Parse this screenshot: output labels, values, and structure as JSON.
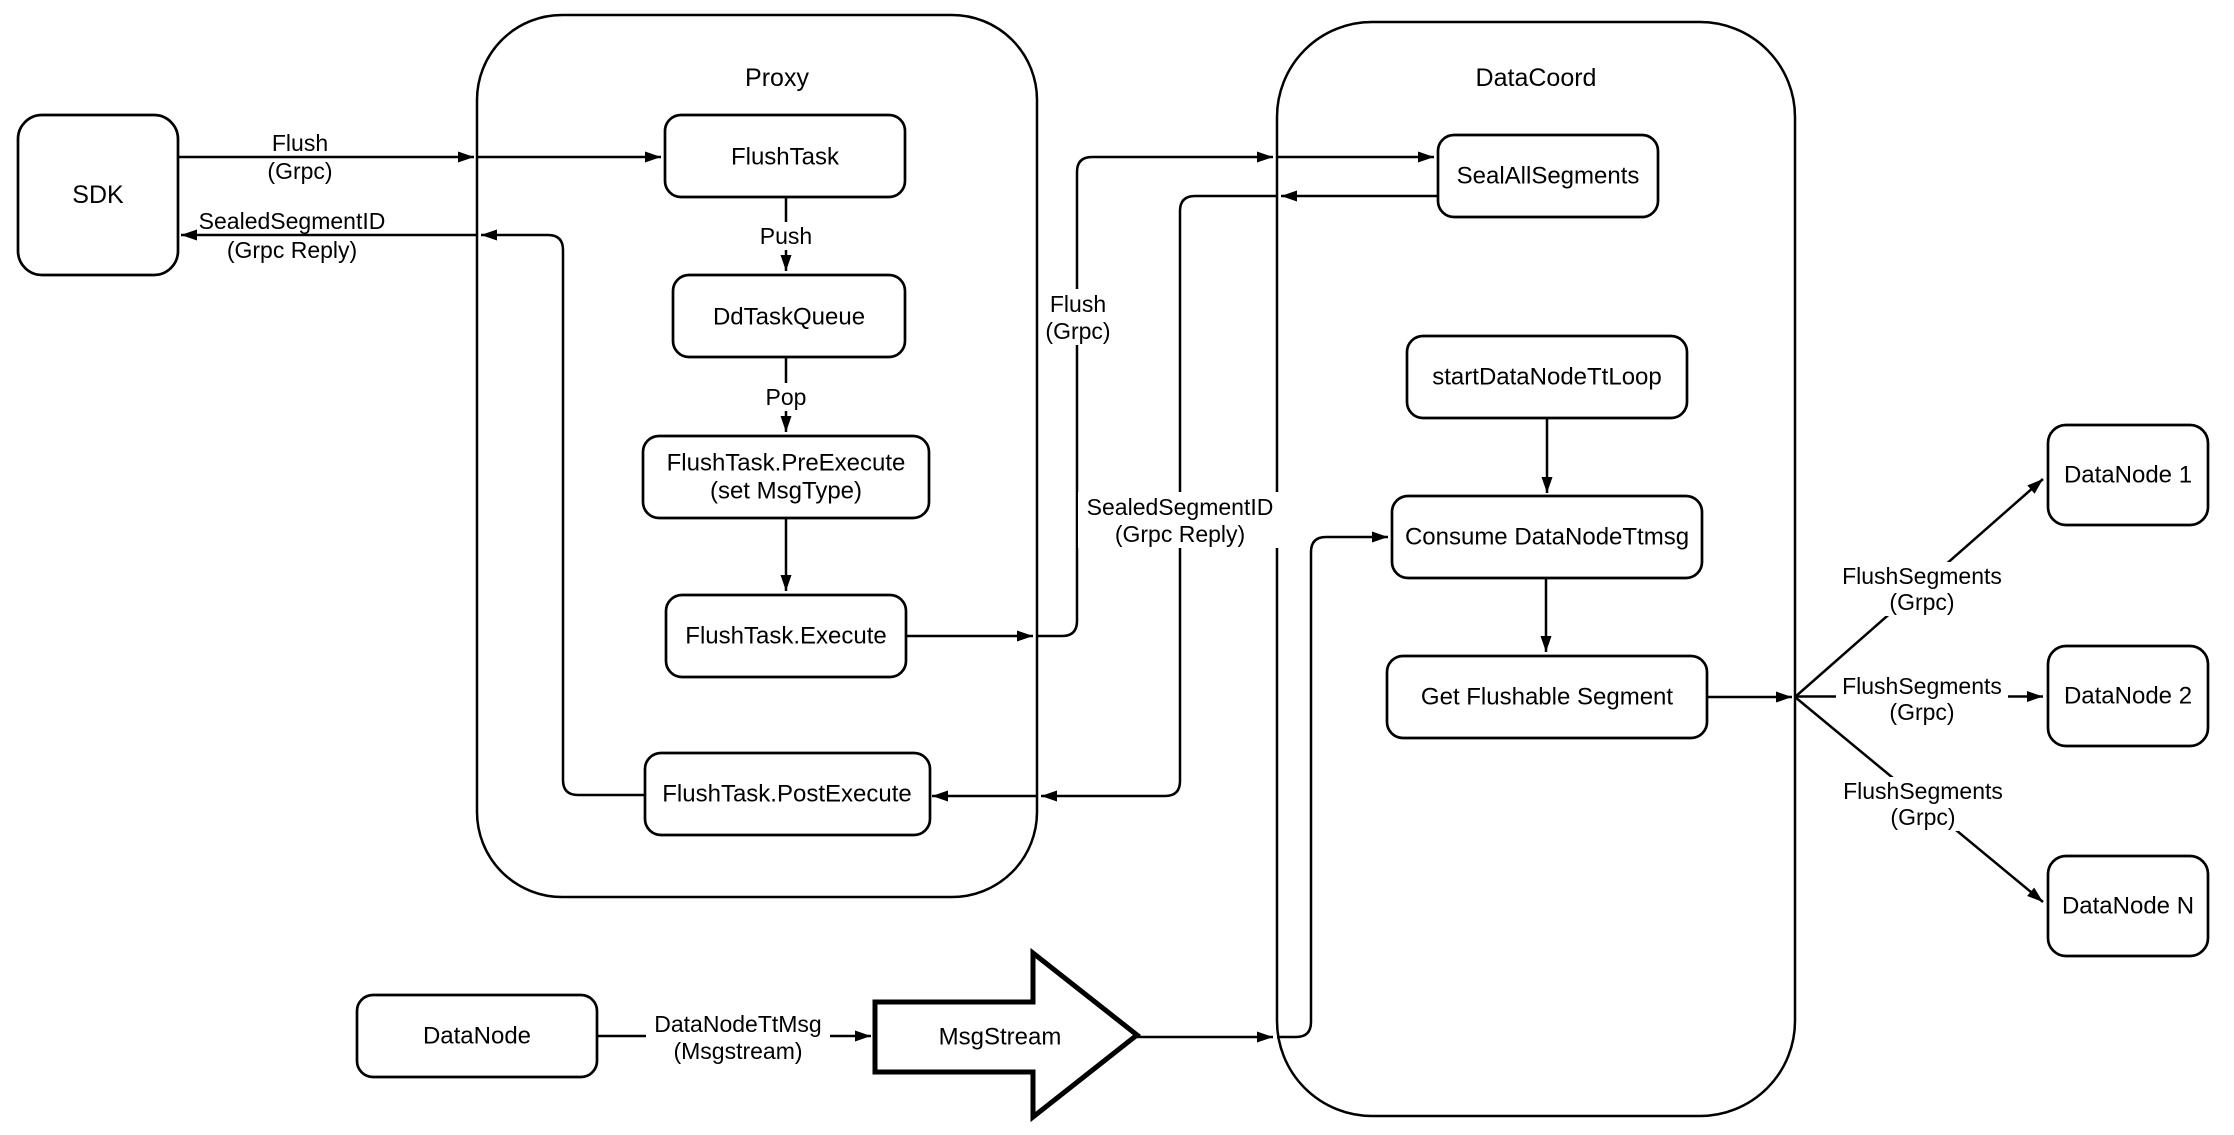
{
  "diagram": {
    "colors": {
      "background": "#ffffff",
      "stroke": "#000000",
      "node_fill": "#ffffff"
    },
    "containers": {
      "proxy": {
        "title": "Proxy"
      },
      "datacoord": {
        "title": "DataCoord"
      }
    },
    "nodes": {
      "sdk": {
        "label": "SDK"
      },
      "flush_task": {
        "label": "FlushTask"
      },
      "dd_task_queue": {
        "label": "DdTaskQueue"
      },
      "flush_task_pre_execute": {
        "label_line1": "FlushTask.PreExecute",
        "label_line2": "(set MsgType)"
      },
      "flush_task_execute": {
        "label": "FlushTask.Execute"
      },
      "flush_task_post_execute": {
        "label": "FlushTask.PostExecute"
      },
      "seal_all_segments": {
        "label": "SealAllSegments"
      },
      "start_data_node_tt_loop": {
        "label": "startDataNodeTtLoop"
      },
      "consume_data_node_ttmsg": {
        "label": "Consume DataNodeTtmsg"
      },
      "get_flushable_segment": {
        "label": "Get Flushable Segment"
      },
      "data_node_1": {
        "label": "DataNode 1"
      },
      "data_node_2": {
        "label": "DataNode 2"
      },
      "data_node_n": {
        "label": "DataNode N"
      },
      "data_node": {
        "label": "DataNode"
      },
      "msg_stream": {
        "label": "MsgStream"
      }
    },
    "edge_labels": {
      "flush_sdk_to_proxy": {
        "line1": "Flush",
        "line2": "(Grpc)"
      },
      "sealed_proxy_to_sdk": {
        "line1": "SealedSegmentID",
        "line2": "(Grpc Reply)"
      },
      "push": {
        "text": "Push"
      },
      "pop": {
        "text": "Pop"
      },
      "flush_proxy_to_datacoord": {
        "line1": "Flush",
        "line2": "(Grpc)"
      },
      "sealed_datacoord_to_proxy": {
        "line1": "SealedSegmentID",
        "line2": "(Grpc Reply)"
      },
      "flush_segments_1": {
        "line1": "FlushSegments",
        "line2": "(Grpc)"
      },
      "flush_segments_2": {
        "line1": "FlushSegments",
        "line2": "(Grpc)"
      },
      "flush_segments_3": {
        "line1": "FlushSegments",
        "line2": "(Grpc)"
      },
      "data_node_tt_msg": {
        "line1": "DataNodeTtMsg",
        "line2": "(Msgstream)"
      }
    }
  }
}
